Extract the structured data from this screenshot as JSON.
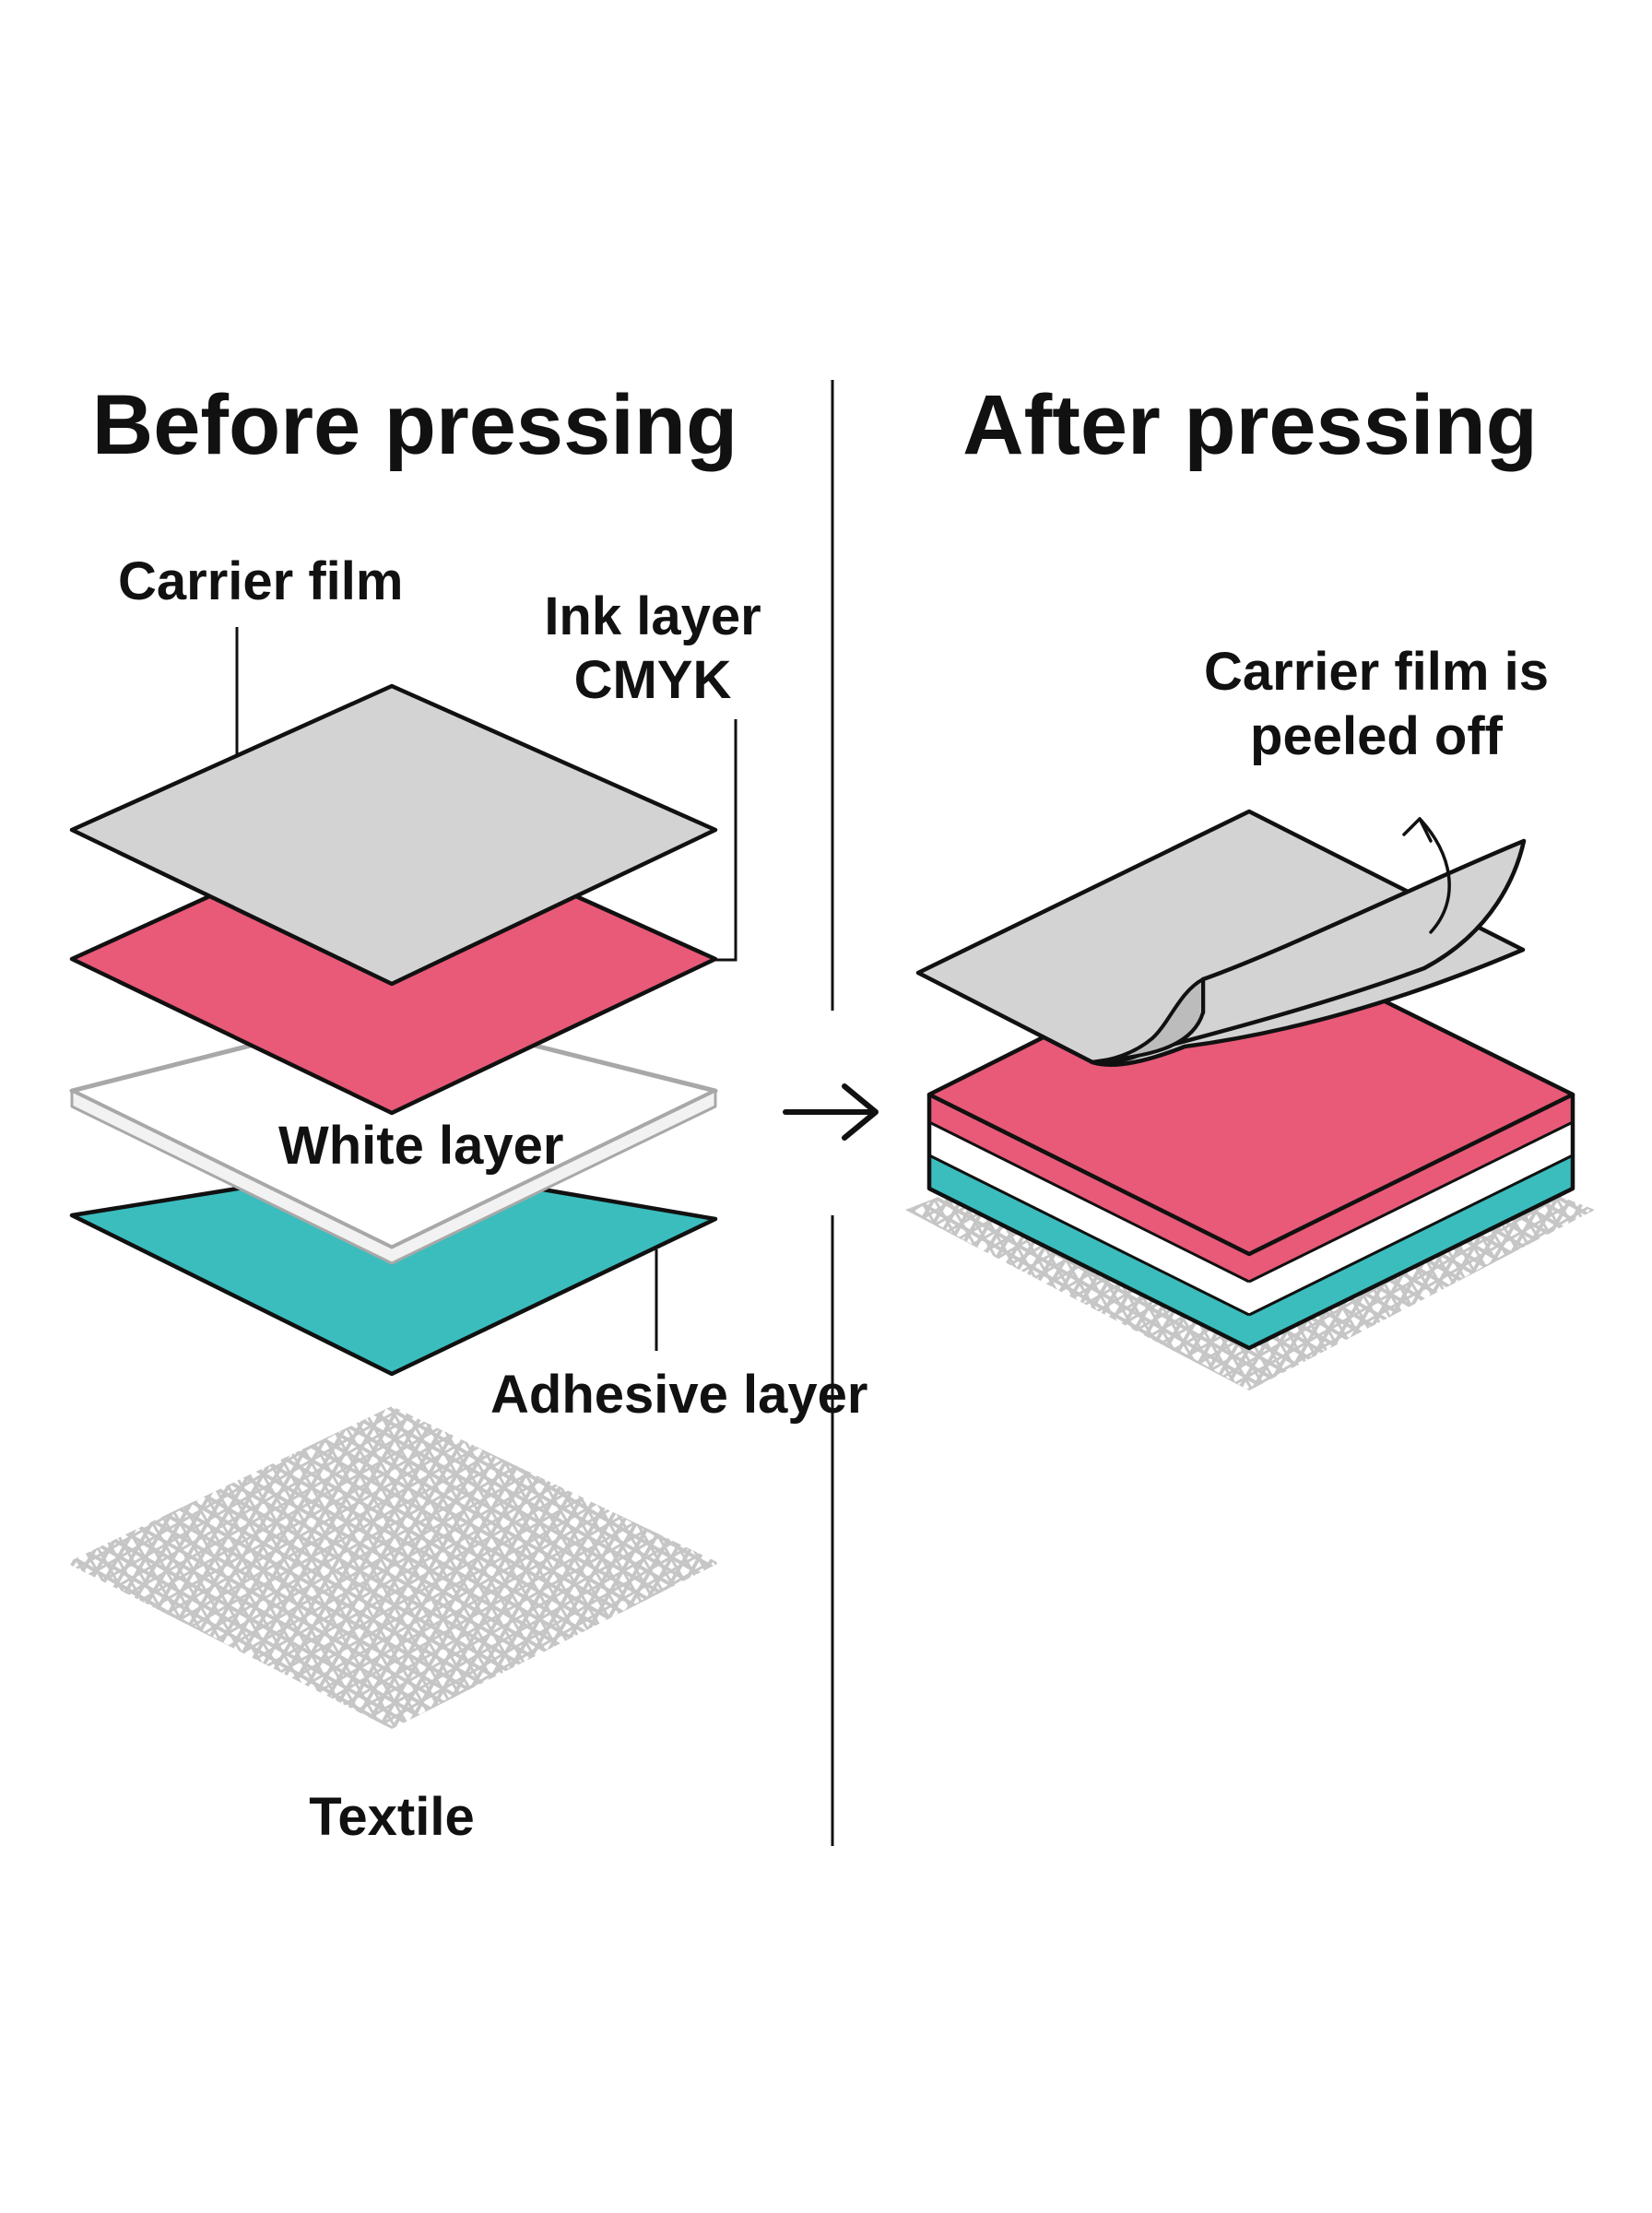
{
  "before": {
    "title": "Before pressing",
    "labels": {
      "carrier_film": "Carrier film",
      "ink_layer_line1": "Ink layer",
      "ink_layer_line2": "CMYK",
      "white_layer": "White layer",
      "adhesive_layer": "Adhesive layer",
      "textile": "Textile"
    }
  },
  "after": {
    "title": "After pressing",
    "labels": {
      "peel_line1": "Carrier film is",
      "peel_line2": "peeled off"
    }
  },
  "colors": {
    "carrier_film": "#d4d3d4",
    "ink_layer": "#e85a78",
    "white_layer": "#ffffff",
    "adhesive_layer": "#3bbdbd",
    "textile_mesh": "#c8c8c8",
    "outline": "#111111"
  },
  "icons": {
    "flow_arrow": "right-arrow-icon",
    "peel_arrow": "curved-arrow-icon"
  }
}
